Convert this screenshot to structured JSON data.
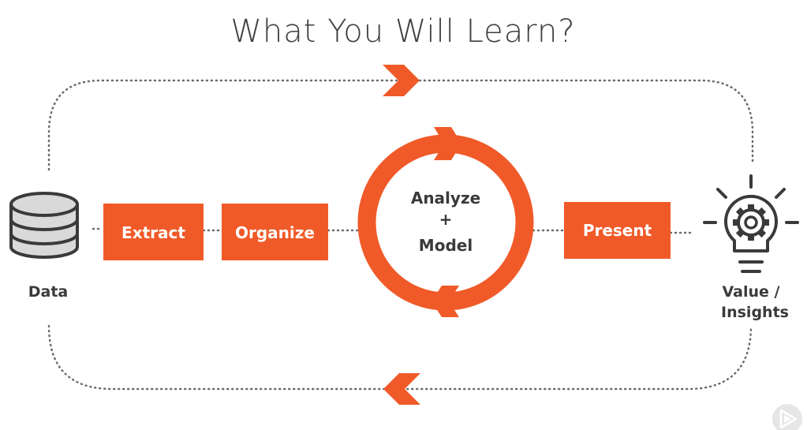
{
  "title": "What You Will Learn?",
  "colors": {
    "accent": "#f05a28",
    "text": "#3a3a3a",
    "title": "#3f3f3f",
    "dotted_line": "#6b6b6b",
    "database_fill": "#d9d9d9",
    "logo_bg": "#e6e6e6"
  },
  "nodes": {
    "data_label": "Data",
    "extract": "Extract",
    "organize": "Organize",
    "analyze_line1": "Analyze",
    "analyze_line2": "+",
    "analyze_line3": "Model",
    "present": "Present",
    "value_line1": "Value /",
    "value_line2": "Insights"
  },
  "icons": {
    "data": "database-icon",
    "value": "lightbulb-gear-icon",
    "logo": "play-logo-icon"
  }
}
